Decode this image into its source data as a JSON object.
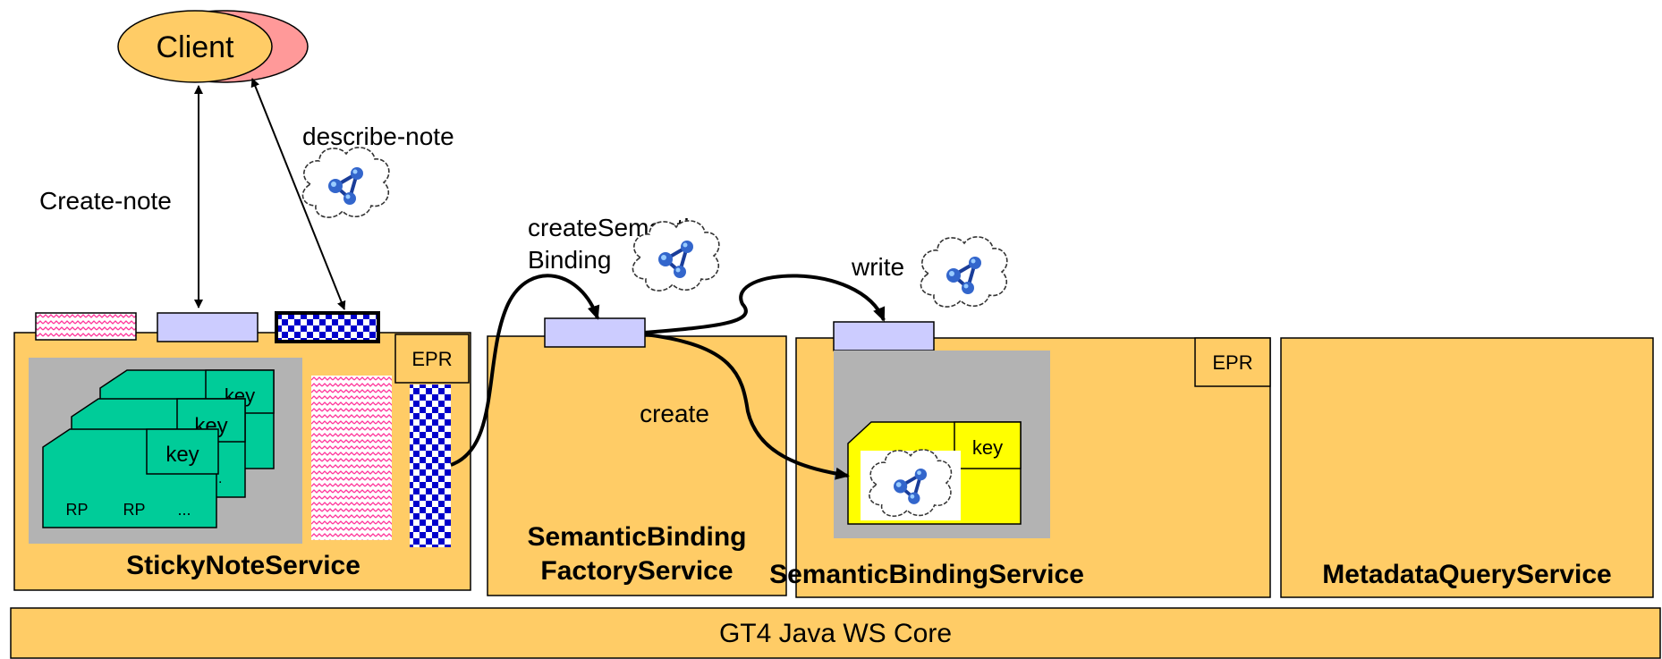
{
  "client": {
    "label": "Client"
  },
  "edges": {
    "create_note": "Create-note",
    "describe_note": "describe-note",
    "create_semantic_line1": "createSemantic",
    "create_semantic_line2": "Binding",
    "write": "write",
    "create": "create"
  },
  "services": {
    "sticky_note": {
      "name": "StickyNoteService",
      "epr": "EPR",
      "key": "key",
      "rp1": "RP",
      "rp2": "RP",
      "ellipsis": "...",
      "dot": "."
    },
    "semantic_binding_factory": {
      "name_line1": "SemanticBinding",
      "name_line2": "FactoryService"
    },
    "semantic_binding": {
      "name": "SemanticBindingService",
      "epr": "EPR",
      "key": "key"
    },
    "metadata_query": {
      "name": "MetadataQueryService"
    }
  },
  "core": {
    "label": "GT4 Java WS Core"
  },
  "colors": {
    "container": "#FFCC66",
    "port": "#CCCCFF",
    "resource_card": "#00CC99",
    "resource_panel": "#B3B3B3",
    "binding_note": "#FFFF00",
    "client_shadow": "#FF9999",
    "checker": "#0000CC",
    "zigzag": "#FF3399"
  },
  "icons": [
    "rdf-graph-cloud-icon",
    "three-node-graph-icon"
  ]
}
